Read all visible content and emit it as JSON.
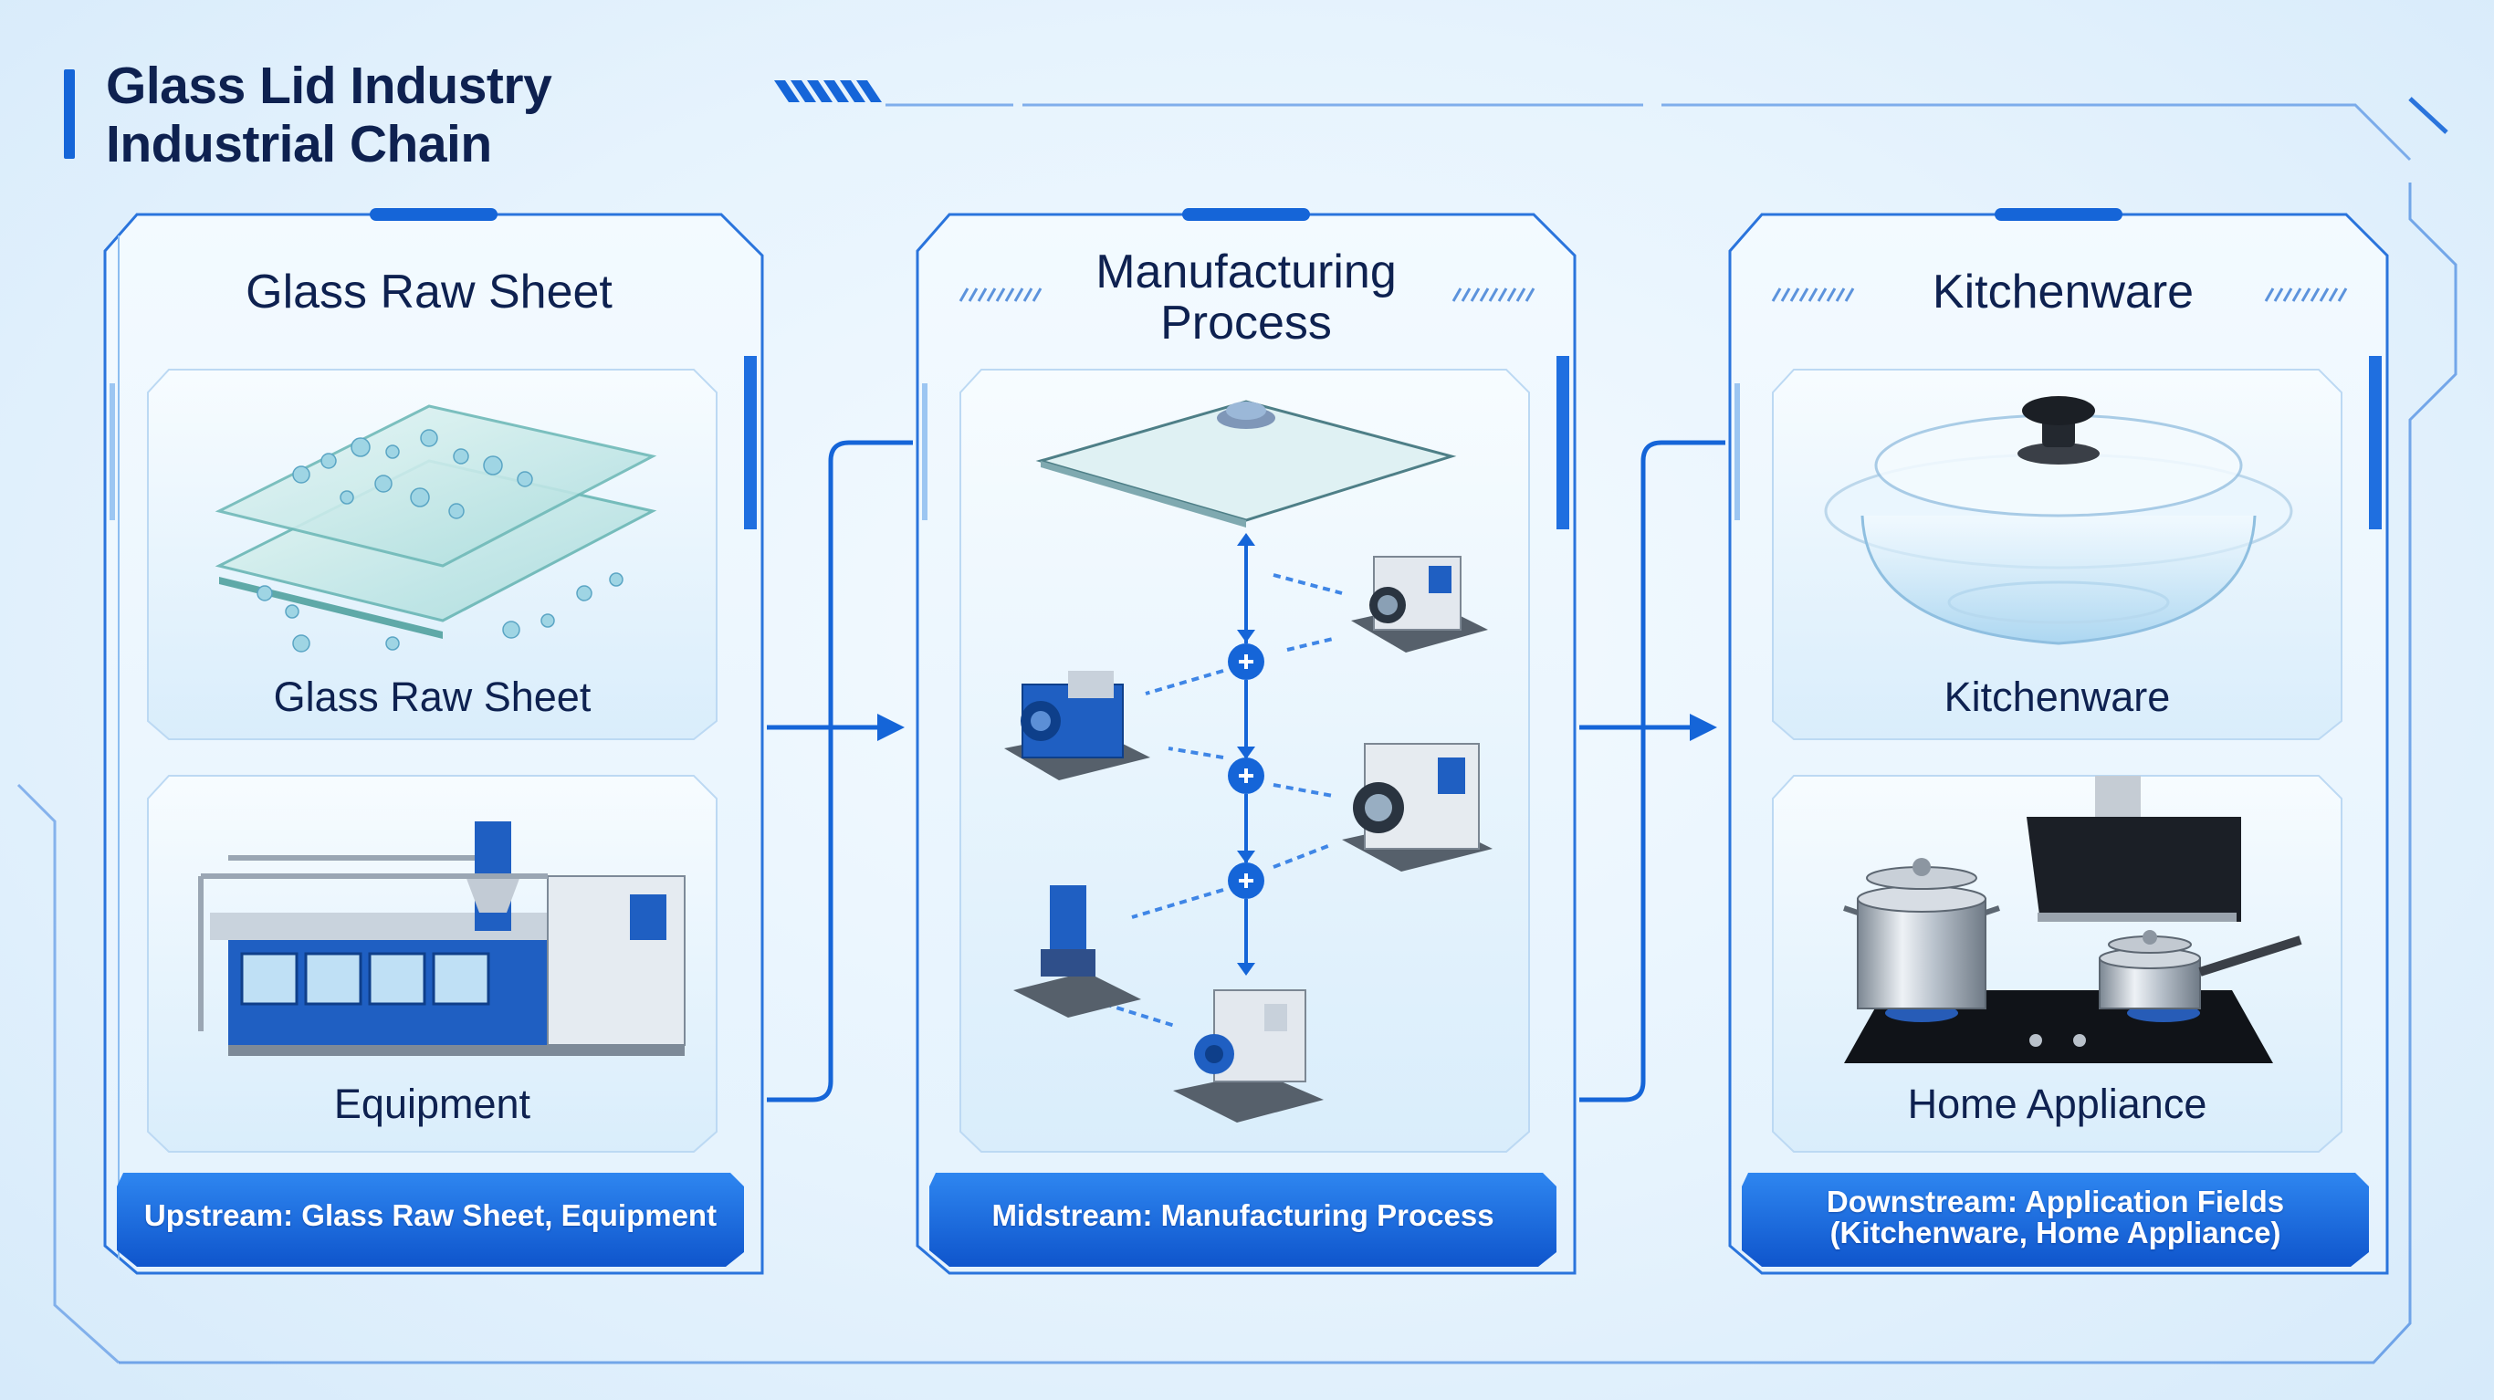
{
  "title": {
    "line1": "Glass Lid Industry",
    "line2": "Industrial Chain"
  },
  "colors": {
    "accent": "#1565d8",
    "dark_text": "#0e2150",
    "panel_bg": "#eef7fe",
    "footer_blue": "#1a6ee6"
  },
  "upstream": {
    "header": "Glass Raw Sheet",
    "cards": [
      {
        "label": "Glass Raw Sheet",
        "icon": "glass-sheet-illustration"
      },
      {
        "label": "Equipment",
        "icon": "production-line-illustration"
      }
    ],
    "footer": "Upstream: Glass Raw Sheet, Equipment"
  },
  "midstream": {
    "header_line1": "Manufacturing",
    "header_line2": "Process",
    "footer": "Midstream: Manufacturing Process",
    "diagram": {
      "icons": [
        "glass-lid-icon",
        "machine-icon",
        "plus-node-icon"
      ]
    }
  },
  "downstream": {
    "header": "Kitchenware",
    "cards": [
      {
        "label": "Kitchenware",
        "icon": "glass-casserole-illustration"
      },
      {
        "label": "Home Appliance",
        "icon": "stove-hood-illustration"
      }
    ],
    "footer_line1": "Downstream: Application Fields",
    "footer_line2": "(Kitchenware, Home Appliance)"
  }
}
